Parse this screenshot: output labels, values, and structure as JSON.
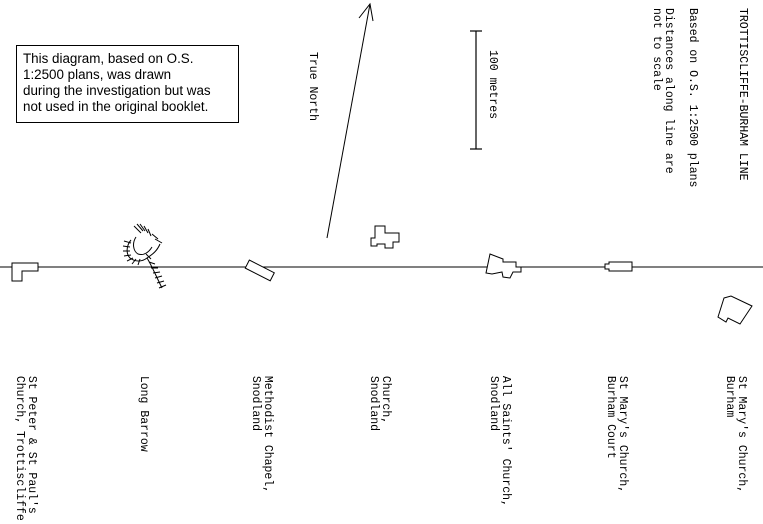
{
  "note": {
    "line1": "This diagram, based on O.S.",
    "line2": "1:2500 plans, was drawn",
    "line3": "during the investigation but was",
    "line4": "not used in the original booklet."
  },
  "header": {
    "title": "TROTTISCLIFFE-BURHAM LINE",
    "basis": "Based on O.S. 1:2500 plans",
    "scale_note_1": "Distances along line are",
    "scale_note_2": "not to scale"
  },
  "scale_bar": {
    "label": "100 metres"
  },
  "north_arrow": {
    "label": "True North"
  },
  "sites": [
    {
      "line1": "St Peter & St Paul's",
      "line2": "Church, Trottiscliffe"
    },
    {
      "line1": "Long Barrow",
      "line2": ""
    },
    {
      "line1": "Methodist Chapel,",
      "line2": "Snodland"
    },
    {
      "line1": "Church,",
      "line2": "Snodland"
    },
    {
      "line1": "All Saints' Church,",
      "line2": "Snodland"
    },
    {
      "line1": "St Mary's Church,",
      "line2": "Burham Court"
    },
    {
      "line1": "St Mary's Church,",
      "line2": "Burham"
    }
  ]
}
